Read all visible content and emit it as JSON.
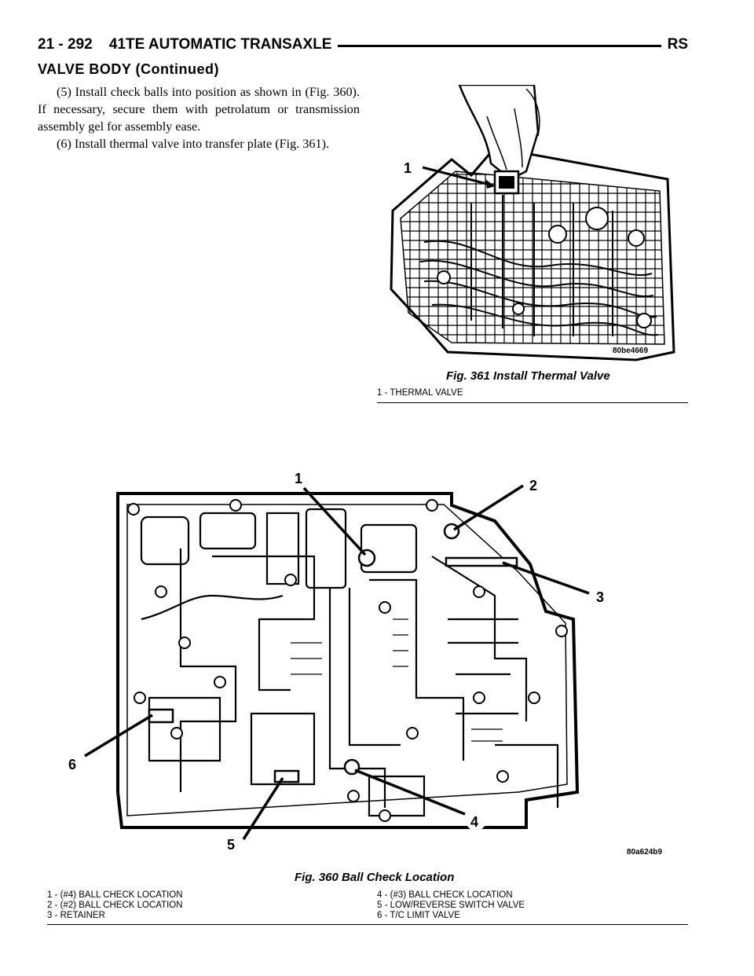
{
  "header": {
    "page_ref": "21 - 292",
    "manual_title": "41TE AUTOMATIC TRANSAXLE",
    "model_code": "RS"
  },
  "section_title": "VALVE BODY (Continued)",
  "steps": [
    "(5) Install check balls into position as shown in (Fig. 360). If necessary, secure them with petrolatum or transmission assembly gel for assembly ease.",
    "(6) Install thermal valve into transfer plate (Fig. 361)."
  ],
  "fig361": {
    "caption": "Fig. 361 Install Thermal Valve",
    "image_code": "80be4669",
    "callouts": [
      "1"
    ],
    "legend": [
      "1 - THERMAL VALVE"
    ]
  },
  "fig360": {
    "caption": "Fig. 360 Ball Check Location",
    "image_code": "80a624b9",
    "callouts": [
      "1",
      "2",
      "3",
      "4",
      "5",
      "6"
    ],
    "legend_left": [
      "1 - (#4) BALL CHECK LOCATION",
      "2 - (#2) BALL CHECK LOCATION",
      "3 - RETAINER"
    ],
    "legend_right": [
      "4 - (#3) BALL CHECK LOCATION",
      "5 - LOW/REVERSE SWITCH VALVE",
      "6 - T/C LIMIT VALVE"
    ]
  }
}
